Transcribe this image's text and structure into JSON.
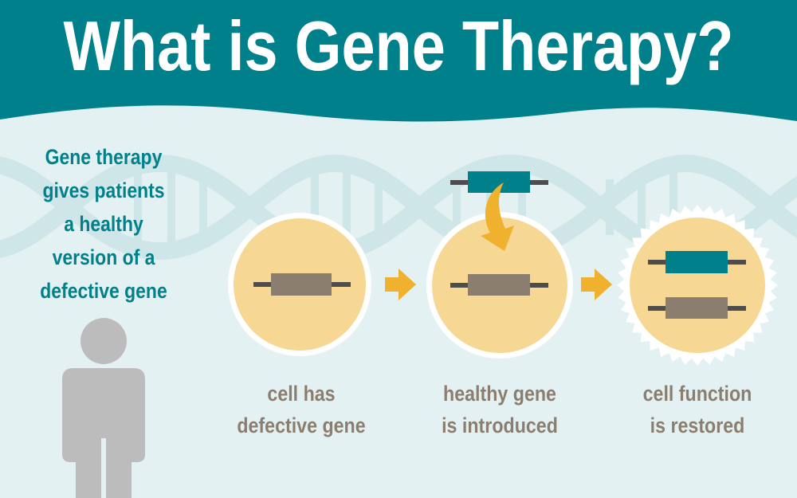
{
  "header": {
    "title": "What is Gene Therapy?"
  },
  "intro": {
    "lines": [
      "Gene therapy",
      "gives patients",
      "a healthy",
      "version of a",
      "defective gene"
    ]
  },
  "steps": [
    {
      "lines": [
        "cell has",
        "defective gene"
      ]
    },
    {
      "lines": [
        "healthy gene",
        "is introduced"
      ]
    },
    {
      "lines": [
        "cell function",
        "is restored"
      ]
    }
  ],
  "colors": {
    "teal": "#00808a",
    "background": "#e3f1f3",
    "dna": "#cfe6e9",
    "cell": "#f6d894",
    "defective_gene": "#8c7e6e",
    "arrow": "#efb12e",
    "person": "#bcbcbc",
    "caption": "#8c7e6e"
  }
}
